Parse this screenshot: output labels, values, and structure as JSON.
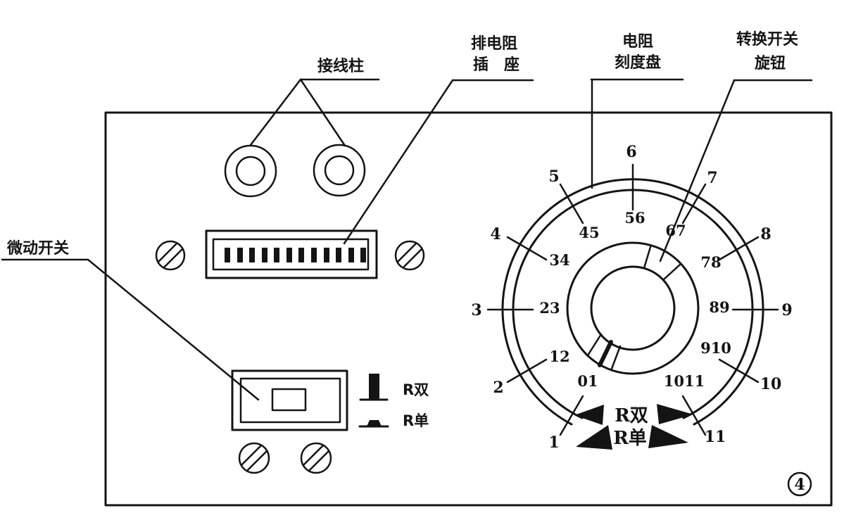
{
  "figure": {
    "number": "4"
  },
  "colors": {
    "ink": "#141414",
    "paper": "#ffffff"
  },
  "callouts": {
    "binding_post": "接线柱",
    "resistor_socket": [
      "排电阻",
      "插　座"
    ],
    "dial": [
      "电阻",
      "刻度盘"
    ],
    "selector_knob": [
      "转换开关",
      "旋钮"
    ],
    "micro_switch": "微动开关"
  },
  "switch_legend": {
    "up_label": "R双",
    "down_label": "R单"
  },
  "dial": {
    "outer_numbers": [
      "1",
      "2",
      "3",
      "4",
      "5",
      "6",
      "7",
      "8",
      "9",
      "10",
      "11"
    ],
    "inner_numbers": [
      "01",
      "12",
      "23",
      "34",
      "45",
      "56",
      "67",
      "78",
      "89",
      "910",
      "1011"
    ],
    "mode_upper": "R双",
    "mode_lower": "R单"
  }
}
